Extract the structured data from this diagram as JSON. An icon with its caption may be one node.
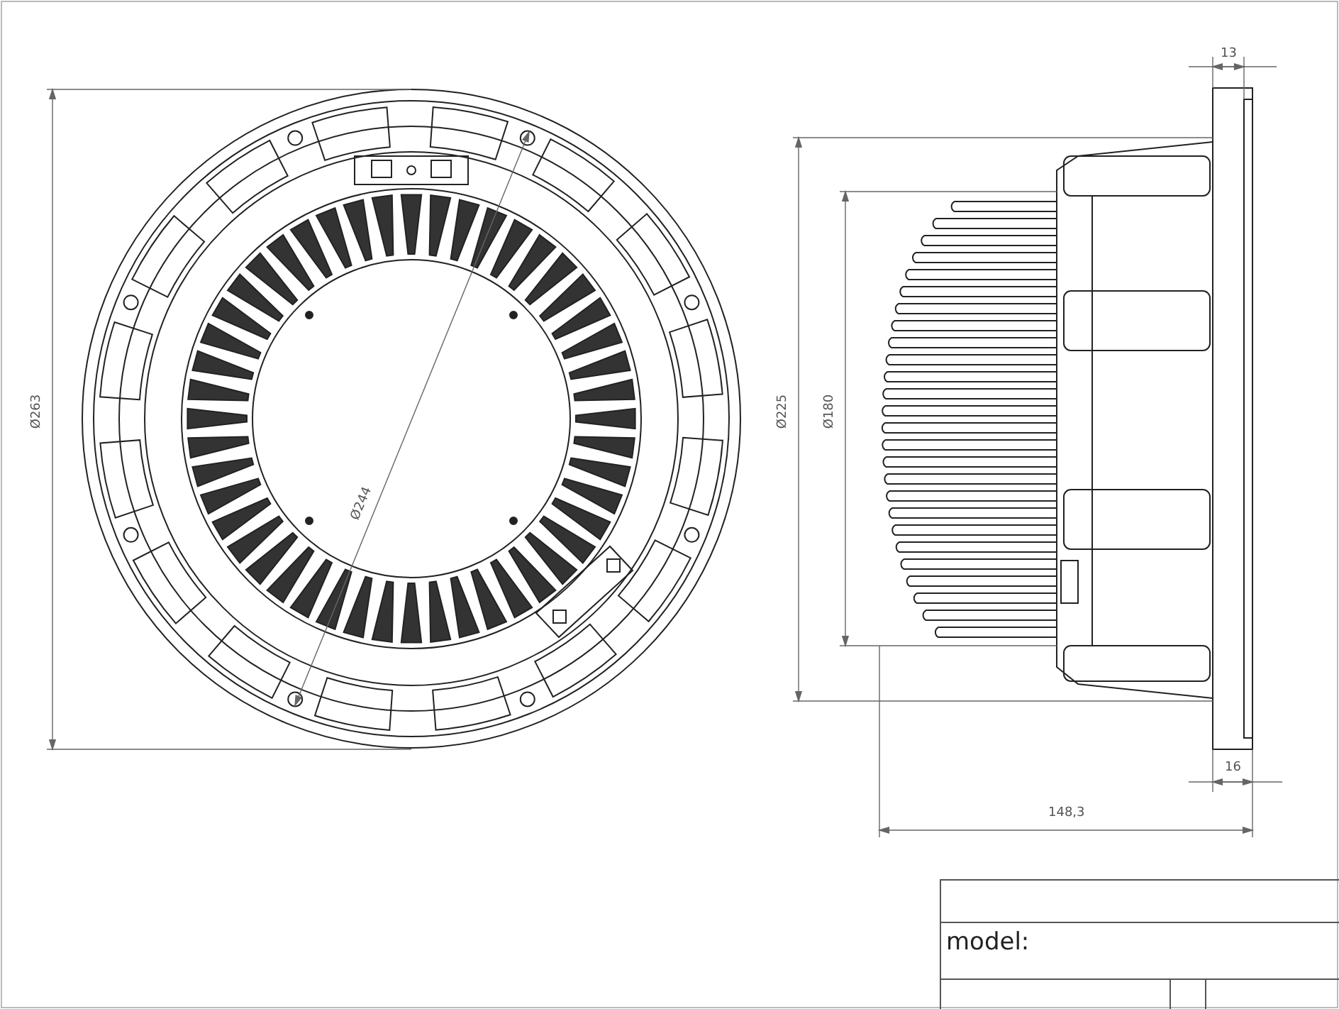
{
  "diagram": {
    "labels": [
      "13",
      "Ø263",
      "Ø225",
      "Ø180",
      "Ø244",
      "16",
      "148,3",
      "model:"
    ]
  }
}
